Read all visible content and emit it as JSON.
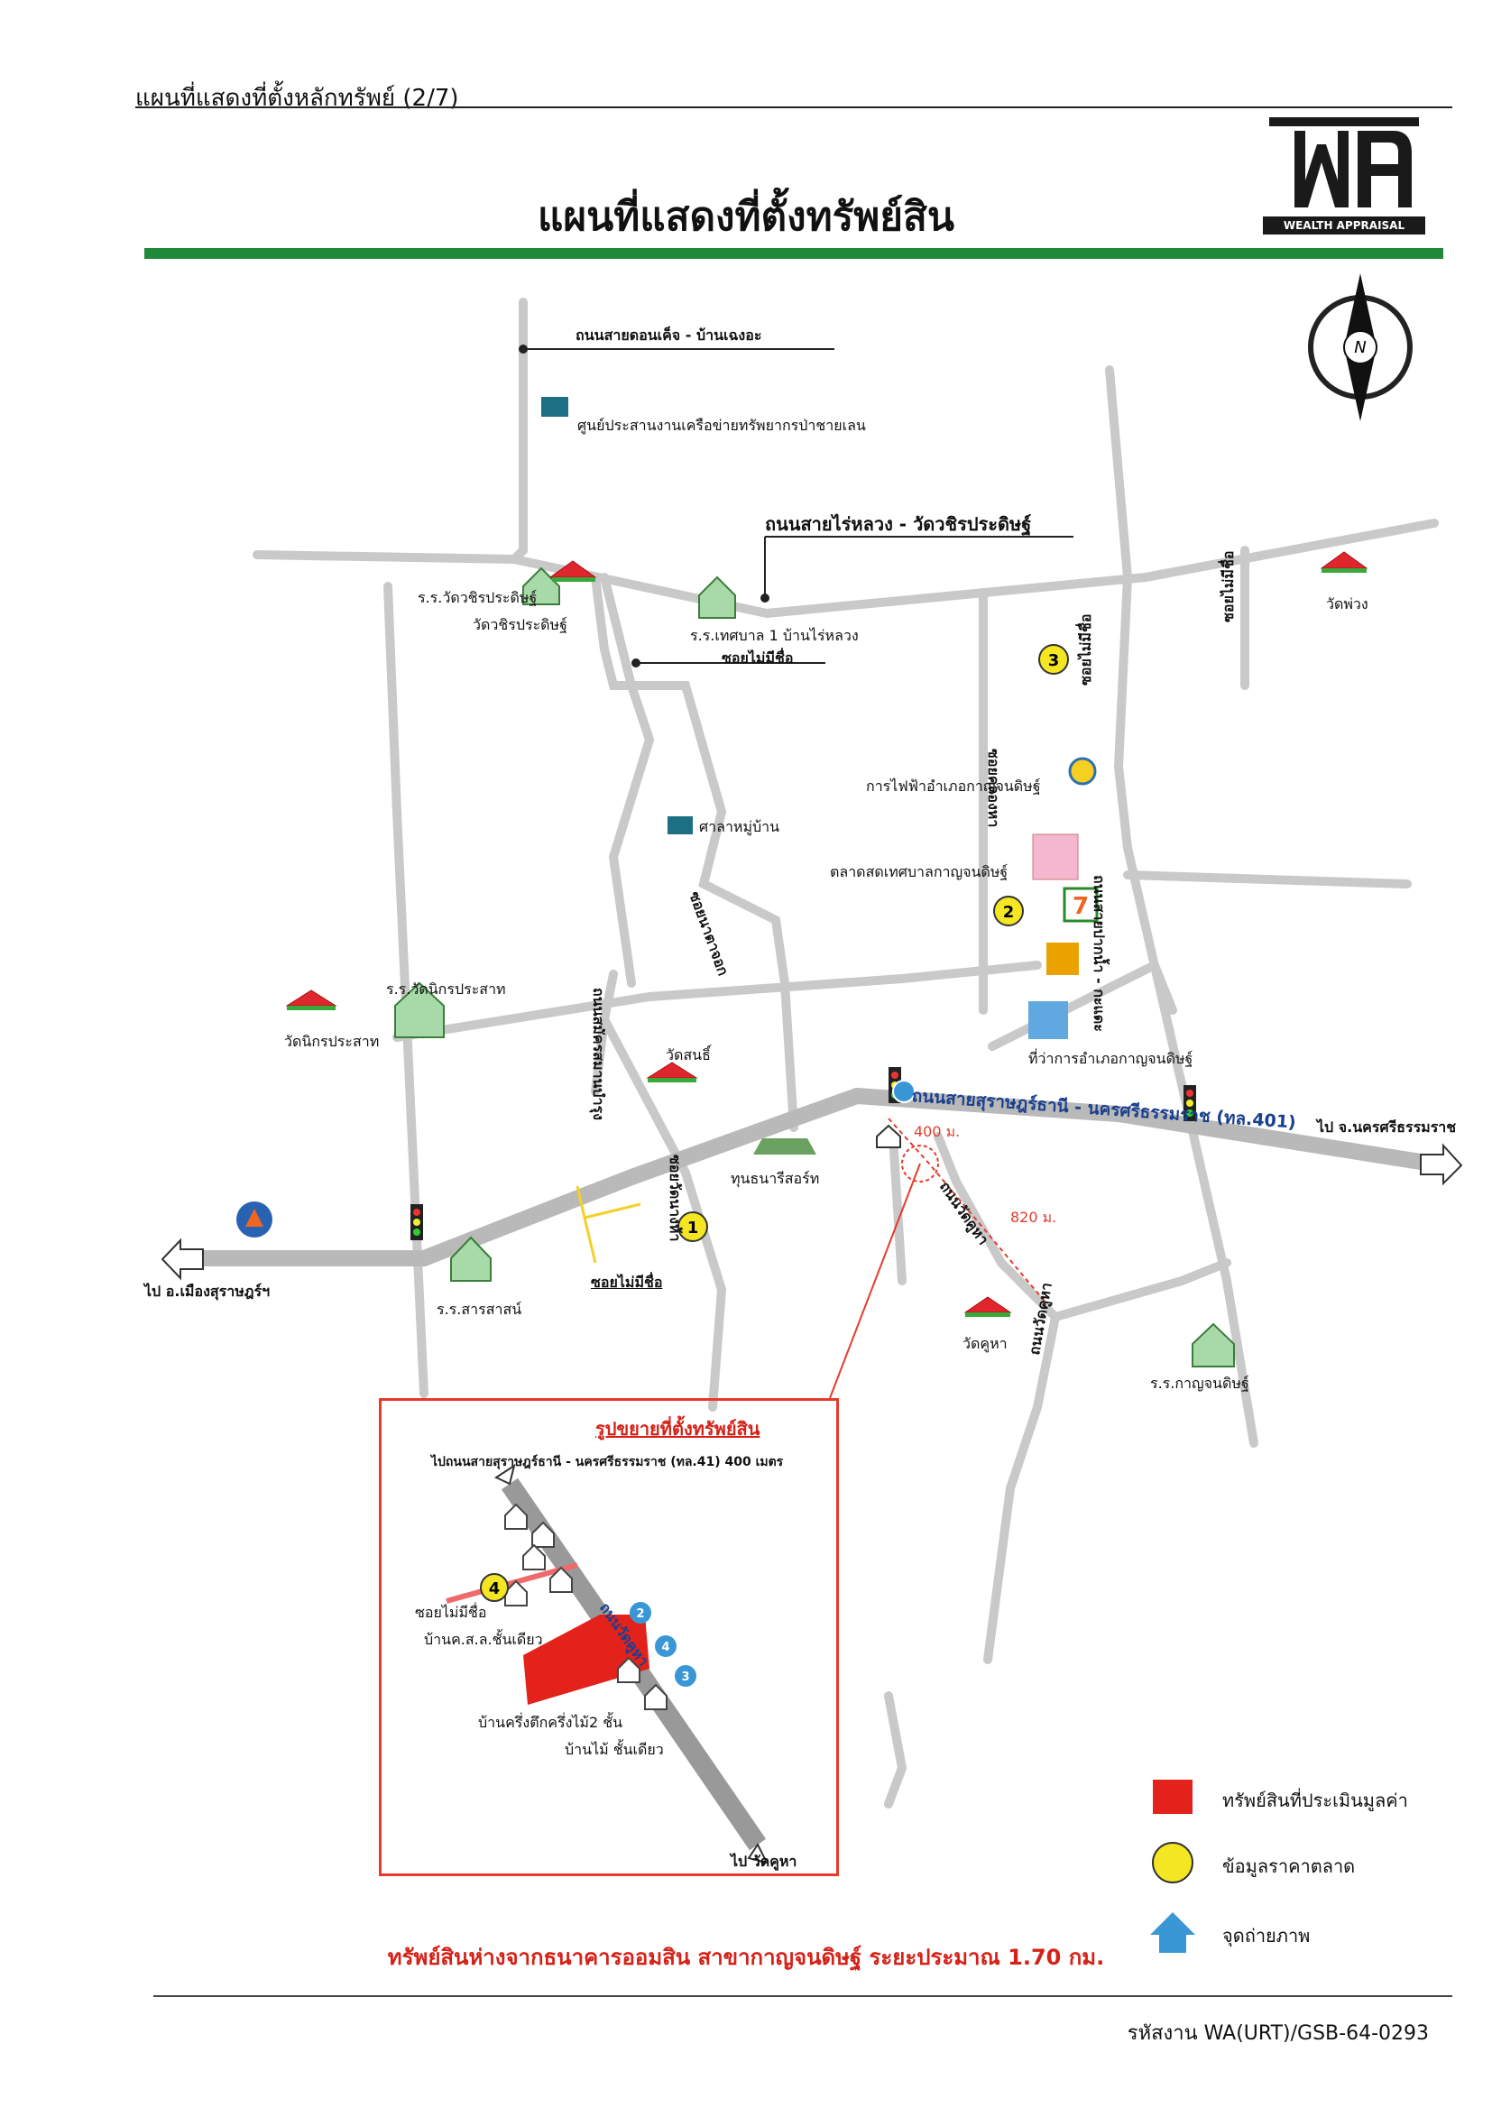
{
  "header": {
    "doc_title": "แผนที่แสดงที่ตั้งหลักทรัพย์ (2/7)",
    "page_title": "แผนที่แสดงที่ตั้งทรัพย์สิน",
    "logo_caption": "WEALTH APPRAISAL",
    "logo_letters": "WA"
  },
  "compass": {
    "north_label": "N"
  },
  "colors": {
    "title_bar": "#1f8a3a",
    "property": "#e3221b",
    "market": "#f5e623",
    "photo_point": "#3a97d6",
    "accent_red": "#d62118"
  },
  "map": {
    "roads": {
      "road_north": "ถนนสายดอนเค็จ - บ้านเฉงอะ",
      "road_main_top": "ถนนสายไร่หลวง - วัดวชิรประดิษฐ์",
      "road_highway": "ถนนสายสุราษฎร์ธานี - นครศรีธรรมราช (ทล.401)",
      "soi_no_name_1": "ซอยไม่มีชื่อ",
      "soi_no_name_2": "ซอยไม่มีชื่อ",
      "soi_no_name_3": "ซอยไม่มีชื่อ",
      "soi_no_name_4": "ซอยไม่มีชื่อ",
      "soi_natakok": "ซอยนาตาจอก",
      "soi_khanom": "ถนนสมัครสมานบำรุง",
      "soi_wat_nang": "ซอยวัดนางห้า",
      "road_wat_khuha": "ถนนวัดคูหา",
      "road_wat_khuha_2": "ถนนวัดคูหา",
      "road_pak_nam": "ถนนสายปากน้ำ - กะแดะ",
      "soi_nong": "ซอยคลองหา"
    },
    "destinations": {
      "to_nakhon": "ไป จ.นครศรีธรรมราช",
      "to_surat": "ไป อ.เมืองสุราษฎร์ฯ"
    },
    "distances": {
      "d400": "400 ม.",
      "d820": "820 ม."
    },
    "places": {
      "center_forest": "ศูนย์ประสานงานเครือข่ายทรัพยากรป่าชายเลน",
      "school_wachira": "ร.ร.วัดวชิรประดิษฐ์",
      "wat_wachira": "วัดวชิรประดิษฐ์",
      "school_municipal": "ร.ร.เทศบาล 1 บ้านไร่หลวง",
      "wat_phuang": "วัดพ่วง",
      "electric": "การไฟฟ้าอำเภอกาญจนดิษฐ์",
      "village_hall": "ศาลาหมู่บ้าน",
      "market": "ตลาดสดเทศบาลกาญจนดิษฐ์",
      "school_nikon": "ร.ร.วัดนิกรประสาท",
      "wat_nikon": "วัดนิกรประสาท",
      "wat_sonthi": "วัดสนธิ์",
      "district_office": "ที่ว่าการอำเภอกาญจนดิษฐ์",
      "resort": "ทุนธนารีสอร์ท",
      "school_saran": "ร.ร.สารสาสน์",
      "wat_khuha": "วัดคูหา",
      "school_kanchanadit": "ร.ร.กาญจนดิษฐ์"
    },
    "markers": [
      "1",
      "2",
      "3"
    ]
  },
  "inset": {
    "title": "รูปขยายที่ตั้งทรัพย์สิน",
    "top_note": "ไปถนนสายสุราษฎร์ธานี - นครศรีธรรมราช (ทล.41) 400 เมตร",
    "soi": "ซอยไม่มีชื่อ",
    "house_a": "บ้านค.ส.ล.ชั้นเดียว",
    "house_b": "บ้านครึ่งตึกครึ่งไม้2 ชั้น",
    "house_c": "บ้านไม้ ชั้นเดียว",
    "road": "ถนนวัดคูหา",
    "to_wat": "ไป วัดคูหา",
    "market_marker": "4",
    "photo_points": [
      "2",
      "4",
      "3"
    ]
  },
  "legend": {
    "property": "ทรัพย์สินที่ประเมินมูลค่า",
    "market": "ข้อมูลราคาตลาด",
    "photo": "จุดถ่ายภาพ"
  },
  "footer": {
    "distance_note": "ทรัพย์สินห่างจากธนาคารออมสิน สาขากาญจนดิษฐ์ ระยะประมาณ 1.70 กม.",
    "doc_code": "รหัสงาน WA(URT)/GSB-64-0293"
  }
}
